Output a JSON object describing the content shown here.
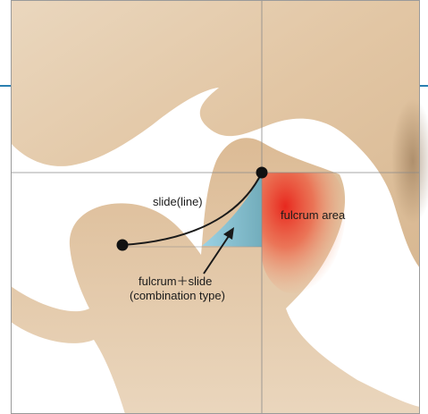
{
  "labels": {
    "slide": "slide(line)",
    "fulcrum_area": "fulcrum area",
    "combo_line1": "fulcrum＋slide",
    "combo_line2": "(combination type)"
  },
  "colors": {
    "bone": "#e6ceb1",
    "bone_dark": "#c9a882",
    "frame_bg": "#ffffff",
    "guide_line": "#8a8a8a",
    "accent_blue": "#2a7fb0",
    "slide_fill": "#7cc7e6",
    "fulcrum_red": "#e8281e",
    "ink": "#1a1a1a"
  }
}
